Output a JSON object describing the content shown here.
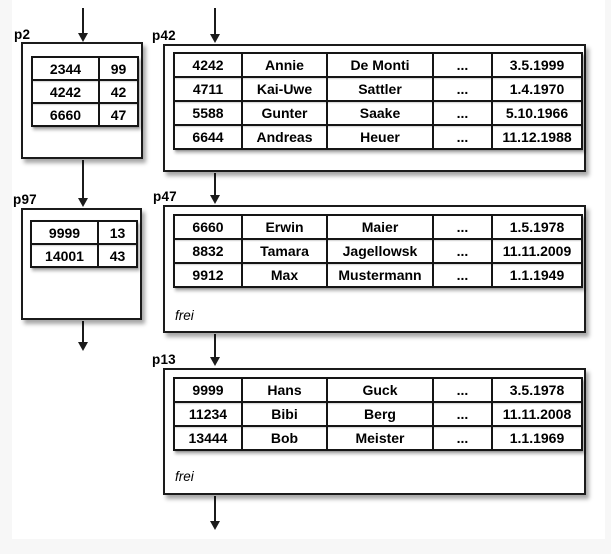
{
  "colors": {
    "background": "#ffffff",
    "page_margin": "#f7f7f7",
    "line": "#1b1b1b",
    "text": "#000000"
  },
  "pages": {
    "p2": {
      "label": "p2",
      "kind": "index-page",
      "rows": [
        [
          "2344",
          "99"
        ],
        [
          "4242",
          "42"
        ],
        [
          "6660",
          "47"
        ]
      ]
    },
    "p97": {
      "label": "p97",
      "kind": "index-page",
      "rows": [
        [
          "9999",
          "13"
        ],
        [
          "14001",
          "43"
        ]
      ]
    },
    "p42": {
      "label": "p42",
      "kind": "data-page",
      "rows": [
        [
          "4242",
          "Annie",
          "De Monti",
          "...",
          "3.5.1999"
        ],
        [
          "4711",
          "Kai-Uwe",
          "Sattler",
          "...",
          "1.4.1970"
        ],
        [
          "5588",
          "Gunter",
          "Saake",
          "...",
          "5.10.1966"
        ],
        [
          "6644",
          "Andreas",
          "Heuer",
          "...",
          "11.12.1988"
        ]
      ]
    },
    "p47": {
      "label": "p47",
      "kind": "data-page",
      "free": "frei",
      "rows": [
        [
          "6660",
          "Erwin",
          "Maier",
          "...",
          "1.5.1978"
        ],
        [
          "8832",
          "Tamara",
          "Jagellowsk",
          "...",
          "11.11.2009"
        ],
        [
          "9912",
          "Max",
          "Mustermann",
          "...",
          "1.1.1949"
        ]
      ]
    },
    "p13": {
      "label": "p13",
      "kind": "data-page",
      "free": "frei",
      "rows": [
        [
          "9999",
          "Hans",
          "Guck",
          "...",
          "3.5.1978"
        ],
        [
          "11234",
          "Bibi",
          "Berg",
          "...",
          "11.11.2008"
        ],
        [
          "13444",
          "Bob",
          "Meister",
          "...",
          "1.1.1969"
        ]
      ]
    }
  }
}
